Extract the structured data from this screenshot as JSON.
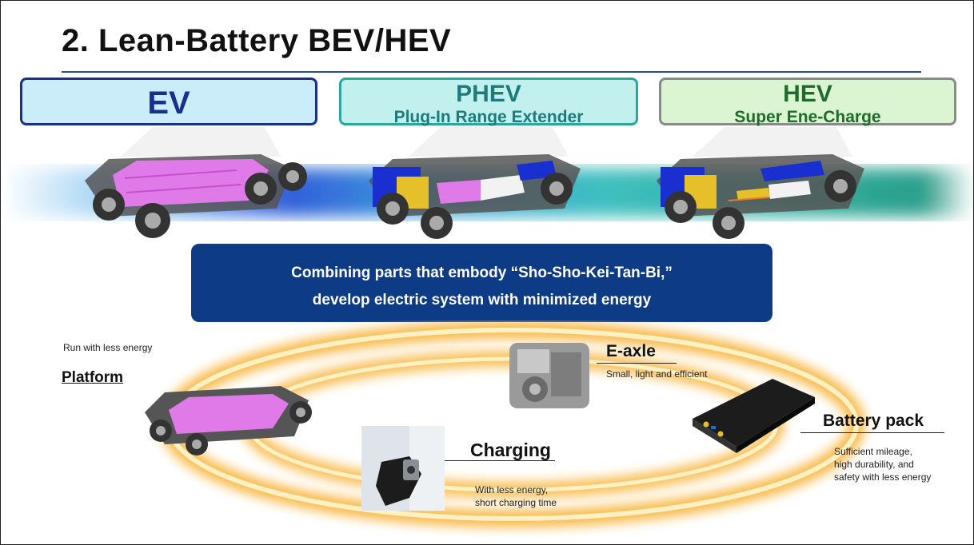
{
  "title": "2. Lean-Battery BEV/HEV",
  "categories": [
    {
      "name": "EV",
      "subtitle": ""
    },
    {
      "name": "PHEV",
      "subtitle": "Plug-In Range Extender"
    },
    {
      "name": "HEV",
      "subtitle": "Super Ene-Charge"
    }
  ],
  "banner": {
    "line1": "Combining parts that embody “Sho-Sho-Kei-Tan-Bi,”",
    "line2": "develop electric system with minimized energy"
  },
  "components": {
    "platform": {
      "heading": "Platform",
      "note": "Run with less energy"
    },
    "eaxle": {
      "heading": "E-axle",
      "note": "Small, light and efficient"
    },
    "battery": {
      "heading": "Battery pack",
      "note_lines": [
        "Sufficient mileage,",
        "high durability, and",
        "safety with less energy"
      ]
    },
    "charging": {
      "heading": "Charging",
      "note_lines": [
        "With less energy,",
        "short charging time"
      ]
    }
  },
  "colors": {
    "ev_border": "#1b2f8c",
    "phev_border": "#2aa8a0",
    "hev_border": "#8a8a8a",
    "banner": "#0d3b86",
    "rule": "#2a4a9a",
    "battery_cells": "#e07ae8",
    "motor": "#1a2fd0",
    "engine": "#e6c02a",
    "ring_glow": "#f7a81b"
  }
}
